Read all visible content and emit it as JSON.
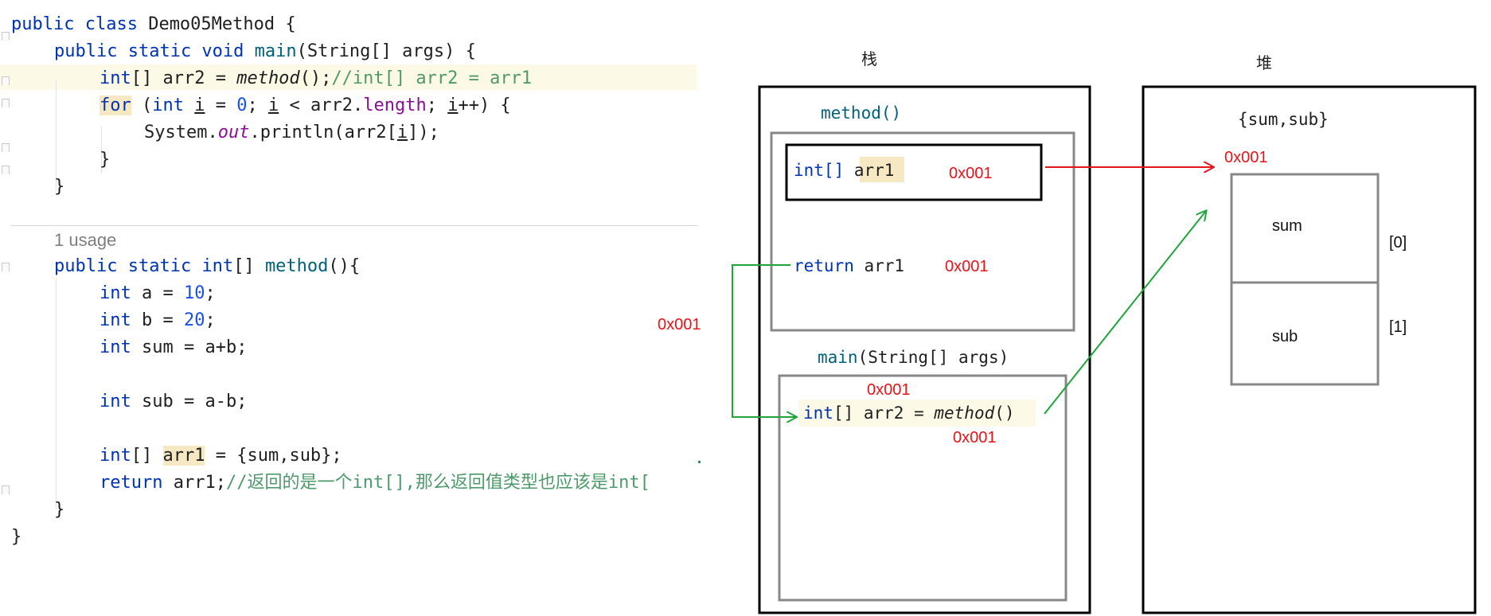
{
  "code": {
    "line1": {
      "kw": "public class",
      "name": " Demo05Method {"
    },
    "line2": {
      "kw": "public static void",
      "fn": "main",
      "rest": "(String[] args) {"
    },
    "line3": {
      "kw": "int",
      "a": "[] arr2 = ",
      "method": "method",
      "b": "();",
      "comment": "//int[] arr2 = arr1"
    },
    "line4": {
      "kw": "for",
      "a": " (",
      "kw2": "int",
      "b": " ",
      "i1": "i",
      "c": " = ",
      "zero": "0",
      "d": "; ",
      "i2": "i",
      "e": " < arr2.",
      "length": "length",
      "f": "; ",
      "i3": "i",
      "g": "++) {"
    },
    "line5": {
      "a": "System.",
      "out": "out",
      "b": ".println(arr2[",
      "i": "i",
      "c": "]);"
    },
    "line6": "}",
    "line7": "}",
    "usage": "1 usage",
    "line8": {
      "kw": "public static",
      "kw2": "int",
      "a": "[] ",
      "fn": "method",
      "b": "(){"
    },
    "line9": {
      "kw": "int",
      "a": " a = ",
      "num": "10",
      "b": ";"
    },
    "line10": {
      "kw": "int",
      "a": " b = ",
      "num": "20",
      "b": ";"
    },
    "line11": {
      "kw": "int",
      "a": " sum = a+b;"
    },
    "line12": {
      "kw": "int",
      "a": " sub = a-b;"
    },
    "line13": {
      "kw": "int",
      "a": "[] ",
      "arr1": "arr1",
      "b": " = {sum,sub};"
    },
    "line14": {
      "kw": "return",
      "a": " arr1;",
      "comment": "//返回的是一个int[],那么返回值类型也应该是int["
    },
    "line15": "}",
    "line16": "}"
  },
  "diagram": {
    "stack_label": "栈",
    "heap_label": "堆",
    "method_frame_title": "method()",
    "method_var_type": "int[] ",
    "method_var_name": "arr1",
    "addr": "0x001",
    "return_kw": "return",
    "return_var": " arr1",
    "main_frame_title_fn": "main",
    "main_frame_title_rest": "(String[] args)",
    "main_var_kw": "int",
    "main_var_rest": "[] arr2 = ",
    "main_var_method": "method",
    "main_var_parens": "()",
    "heap_array_title": "{sum,sub}",
    "heap_cell_0": "sum",
    "heap_cell_1": "sub",
    "heap_index_0": "[0]",
    "heap_index_1": "[1]"
  },
  "colors": {
    "keyword": "#0033b3",
    "function": "#00627a",
    "number": "#1750eb",
    "address_red": "#e8141a",
    "arrow_red": "#e8141a",
    "arrow_green": "#1fa53a",
    "highlight": "#f5e8c3"
  }
}
